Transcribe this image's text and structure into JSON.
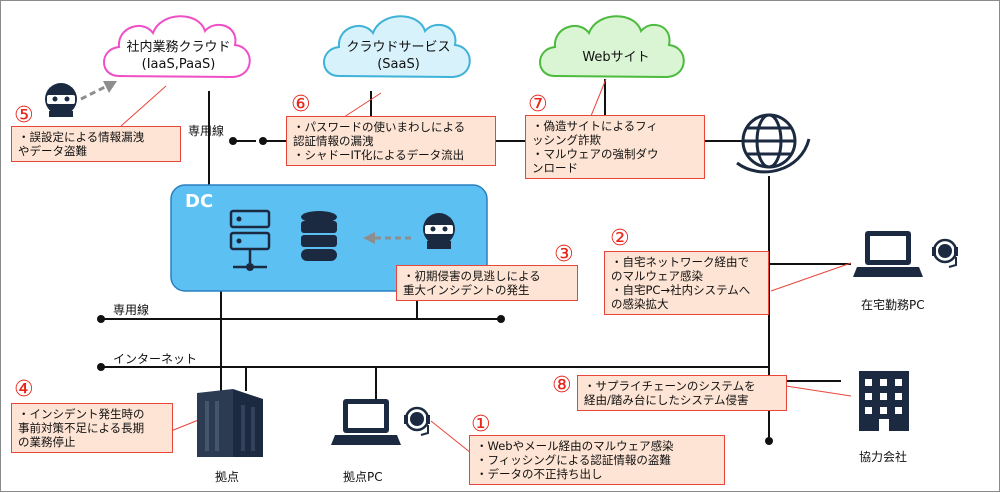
{
  "clouds": {
    "internal": {
      "line1": "社内業務クラウド",
      "line2": "(IaaS,PaaS)"
    },
    "saas": {
      "line1": "クラウドサービス",
      "line2": "(SaaS)"
    },
    "web": {
      "line1": "Webサイト"
    }
  },
  "dc": {
    "title": "DC"
  },
  "lines": {
    "private_top": "専用線",
    "private_bottom": "専用線",
    "internet": "インターネット"
  },
  "nodes": {
    "home_pc": "在宅勤務PC",
    "partner": "協力会社",
    "site": "拠点",
    "site_pc": "拠点PC"
  },
  "risks": {
    "r1": {
      "number": "①",
      "line1": "・Webやメール経由のマルウェア感染",
      "line2": "・フィッシングによる認証情報の盗難",
      "line3": "・データの不正持ち出し"
    },
    "r2": {
      "number": "②",
      "line1": "・自宅ネットワーク経由で",
      "line2": "のマルウェア感染",
      "line3": "・自宅PC→社内システムへ",
      "line4": "の感染拡大"
    },
    "r3": {
      "number": "③",
      "line1": "・初期侵害の見逃しによる",
      "line2": "重大インシデントの発生"
    },
    "r4": {
      "number": "④",
      "line1": "・インシデント発生時の",
      "line2": "事前対策不足による長期",
      "line3": "の業務停止"
    },
    "r5": {
      "number": "⑤",
      "line1": "・誤設定による情報漏洩",
      "line2": "やデータ盗難"
    },
    "r6": {
      "number": "⑥",
      "line1": "・パスワードの使いまわしによる",
      "line2": "認証情報の漏洩",
      "line3": "・シャドーIT化によるデータ流出"
    },
    "r7": {
      "number": "⑦",
      "line1": "・偽造サイトによるフィ",
      "line2": "ッシング詐欺",
      "line3": "・マルウェアの強制ダウ",
      "line4": "ンロード"
    },
    "r8": {
      "number": "⑧",
      "line1": "・サプライチェーンのシステムを",
      "line2": "経由/踏み台にしたシステム侵害"
    }
  }
}
